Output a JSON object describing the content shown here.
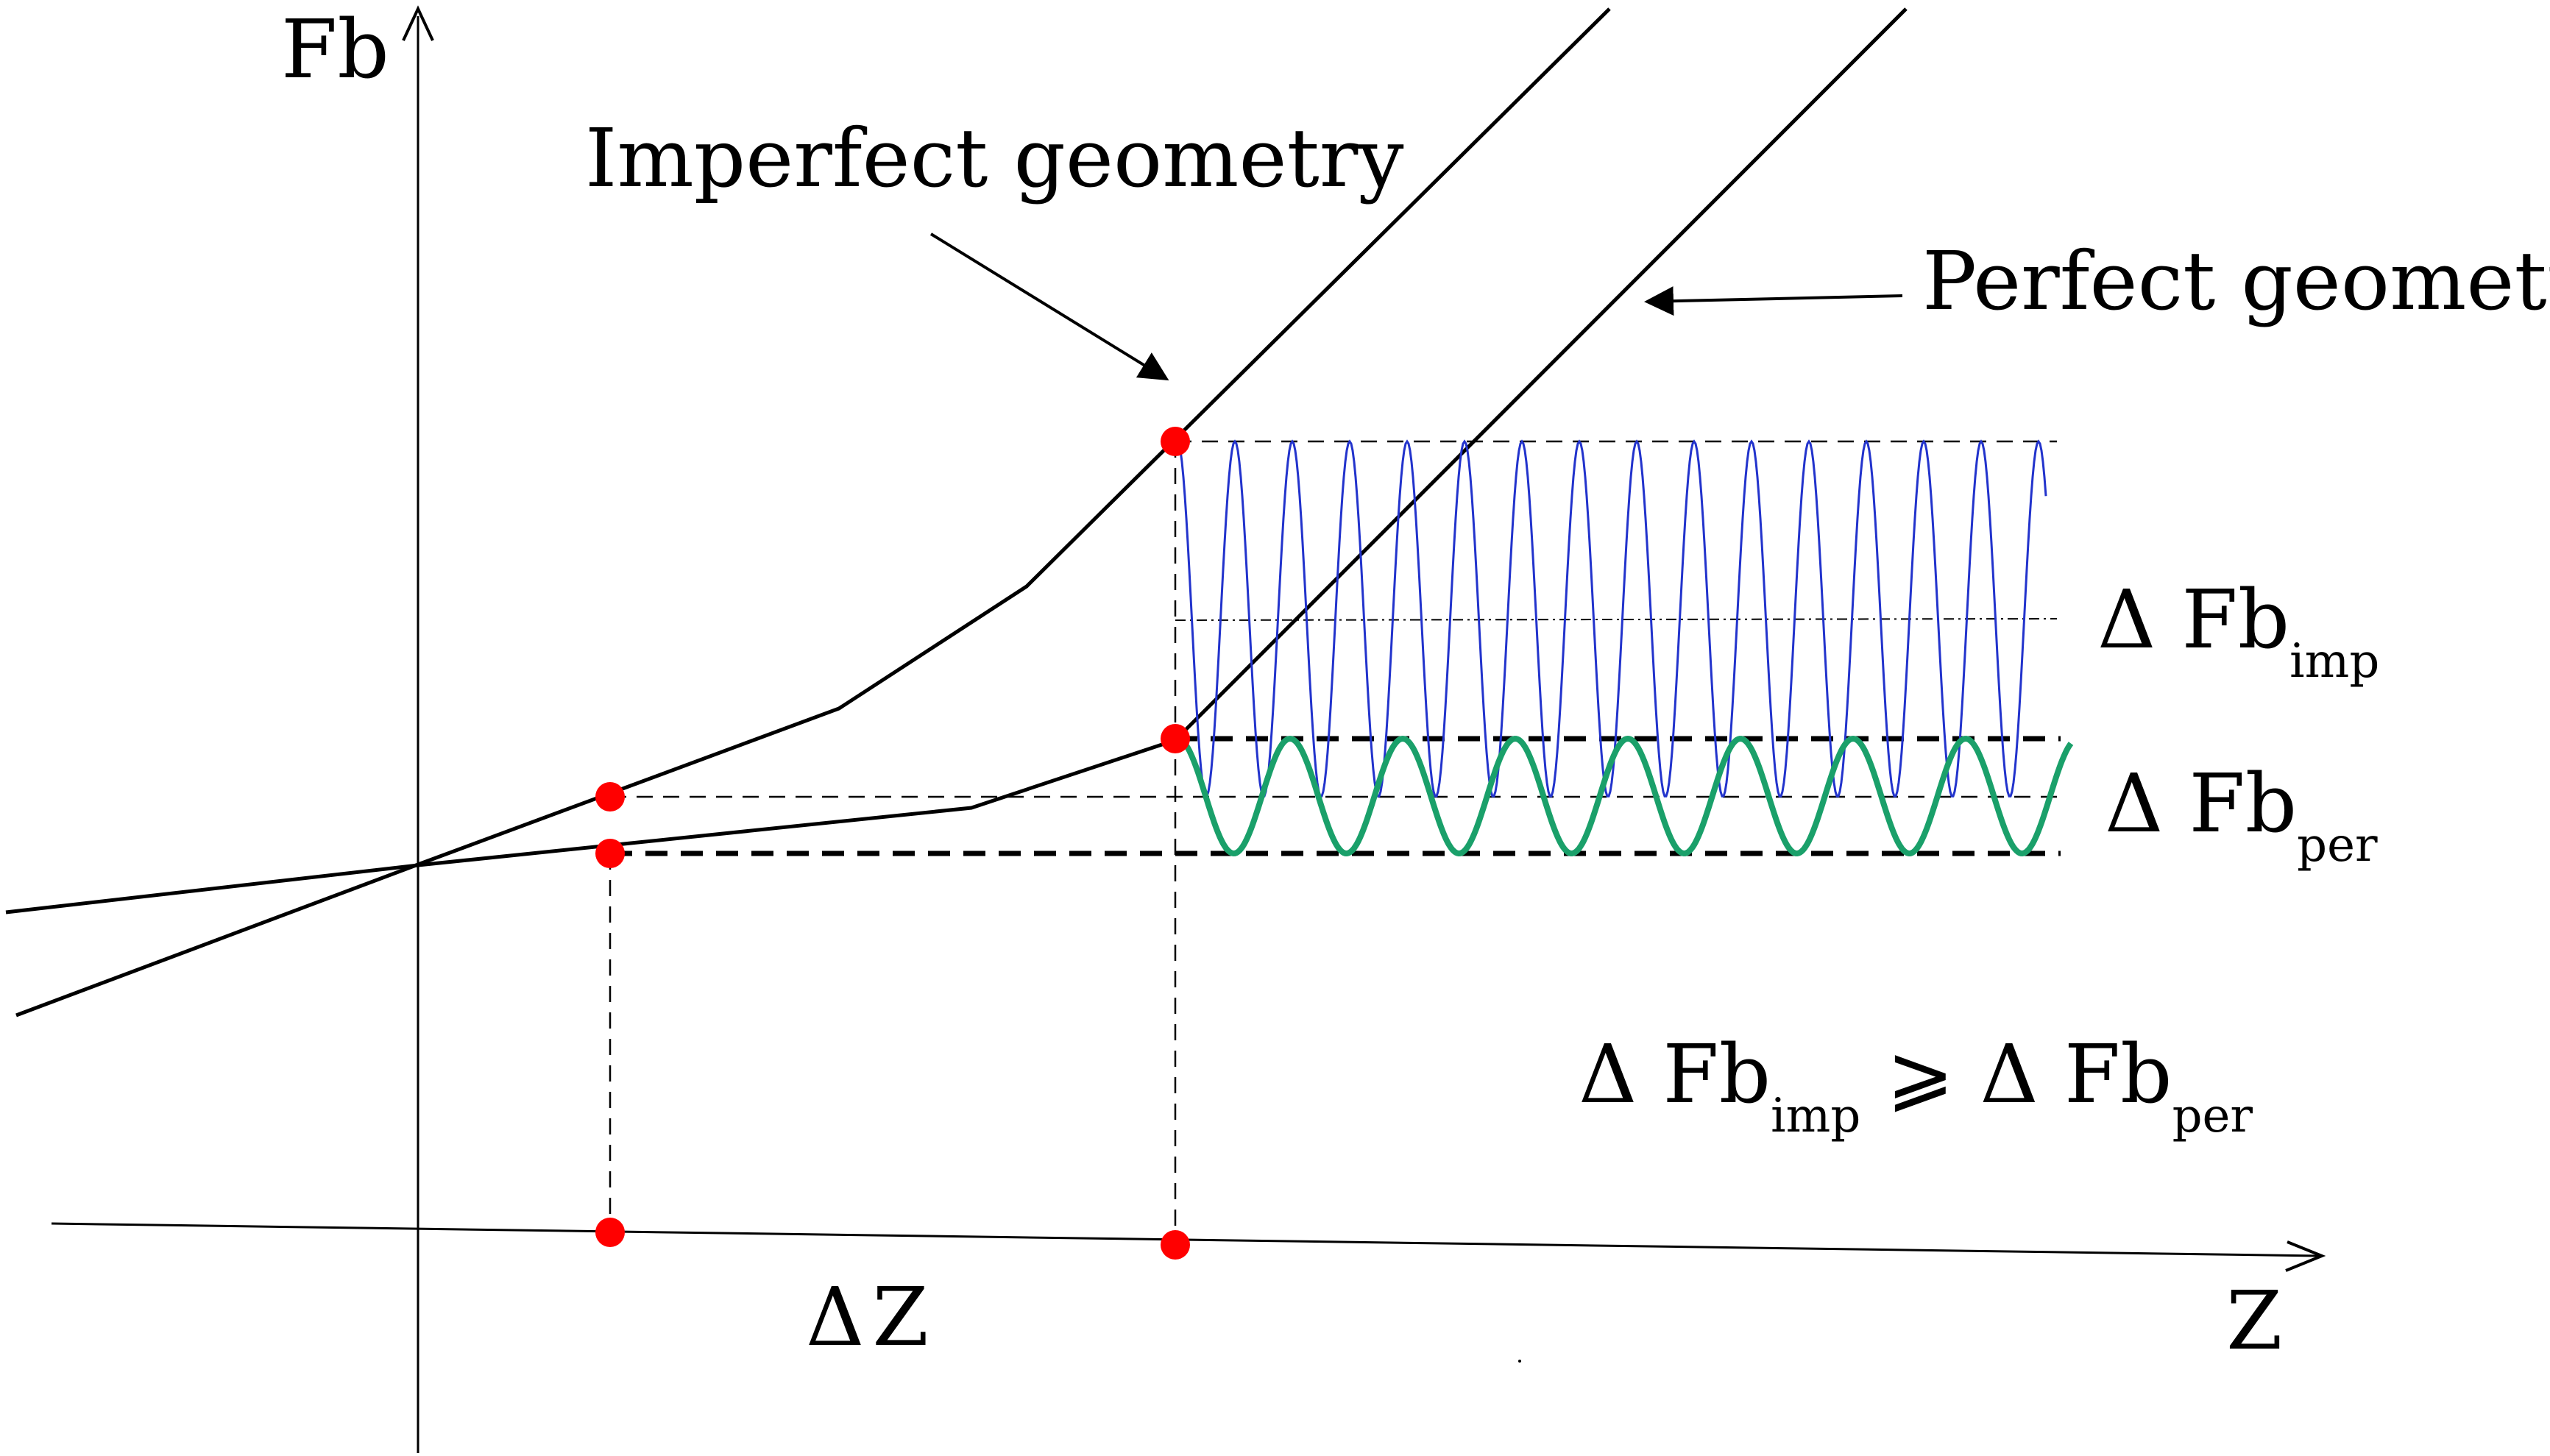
{
  "axes": {
    "y_label": "Fb",
    "x_label": "Z"
  },
  "curves": {
    "imperfect_label": "Imperfect geometry",
    "perfect_label": "Perfect geometry"
  },
  "delta_z": {
    "symbol": "Δ",
    "text": "Z"
  },
  "delta_fb_imp": {
    "symbol": "Δ",
    "text": "Fb",
    "sub": "imp"
  },
  "delta_fb_per": {
    "symbol": "Δ",
    "text": "Fb",
    "sub": "per"
  },
  "relation": {
    "left_symbol": "Δ",
    "left_text": "Fb",
    "left_sub": "imp",
    "operator": "⩾",
    "right_symbol": "Δ",
    "right_text": "Fb",
    "right_sub": "per"
  },
  "colors": {
    "axis": "#000000",
    "curve": "#000000",
    "marker": "#ff0000",
    "imperfect_wave": "#2233cc",
    "perfect_wave": "#1aa06a"
  }
}
